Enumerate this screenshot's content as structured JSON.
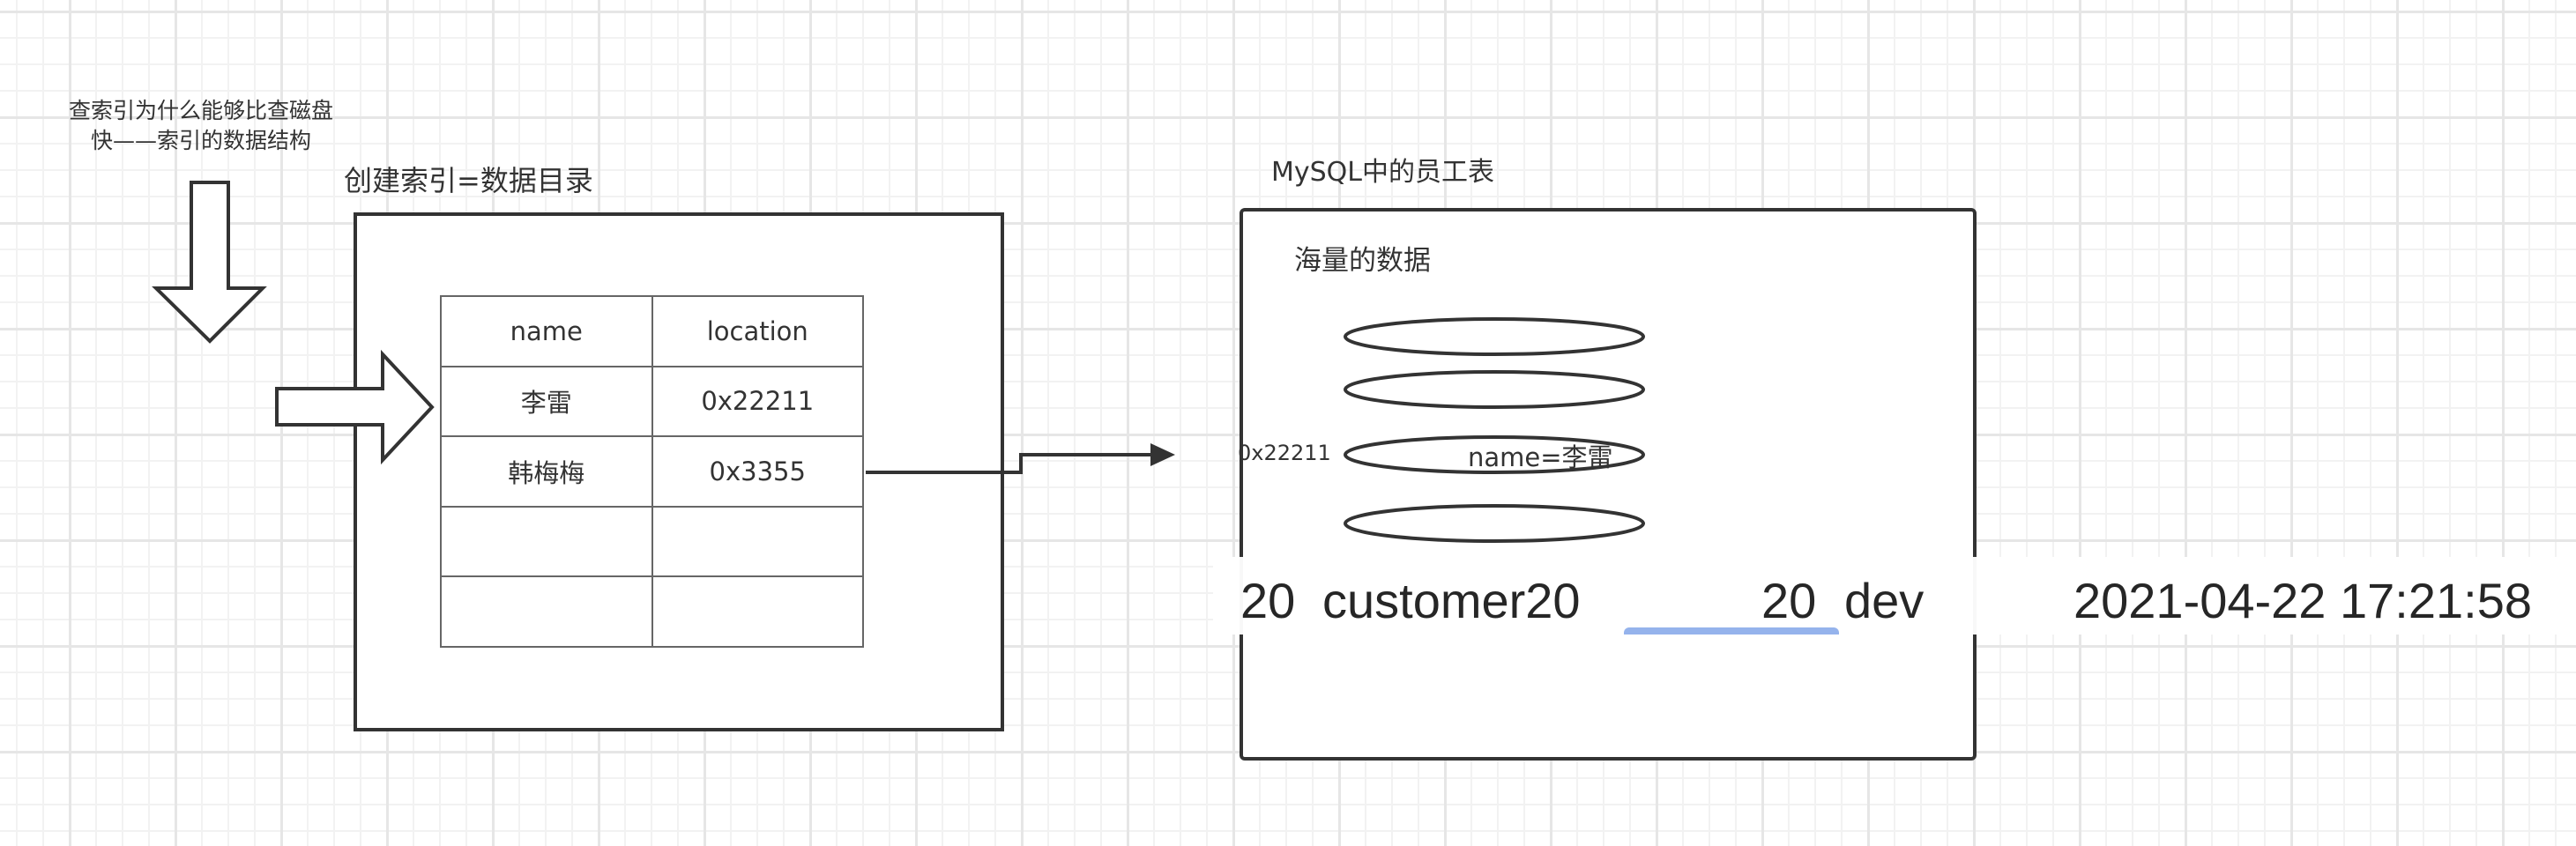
{
  "annotation": {
    "line1": "查索引为什么能够比查磁盘",
    "line2": "快——索引的数据结构"
  },
  "index_section": {
    "title": "创建索引=数据目录",
    "table": {
      "headers": [
        "name",
        "location"
      ],
      "rows": [
        [
          "李雷",
          "0x22211"
        ],
        [
          "韩梅梅",
          "0x3355"
        ],
        [
          "",
          ""
        ],
        [
          "",
          ""
        ]
      ]
    }
  },
  "mysql_section": {
    "title": "MySQL中的员工表",
    "subtitle": "海量的数据",
    "records": [
      {
        "label": ""
      },
      {
        "label": ""
      },
      {
        "label": "name=李雷",
        "address": "0x22211"
      },
      {
        "label": ""
      }
    ]
  },
  "overlay_row": {
    "id": "20",
    "name": "customer20",
    "age": "20",
    "dept": "dev",
    "timestamp": "2021-04-22 17:21:58",
    "selection_color": "#95b3ec"
  },
  "colors": {
    "stroke": "#333333",
    "table_border": "#666666",
    "grid_minor": "#f2f2f2",
    "grid_major": "#e6e6e6"
  }
}
